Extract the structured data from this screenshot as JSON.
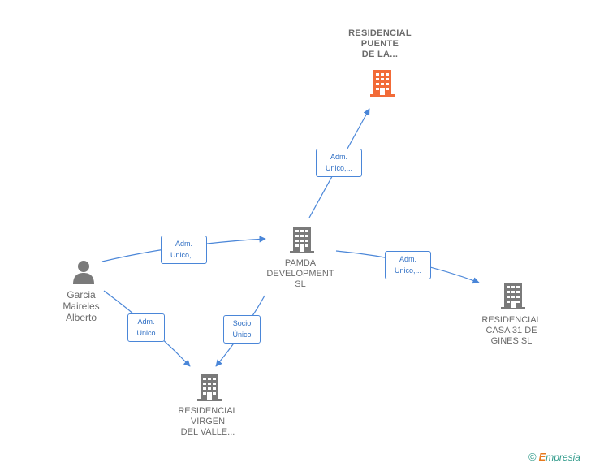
{
  "nodes": {
    "residencial_puente": {
      "lines": [
        "RESIDENCIAL",
        "PUENTE",
        "DE LA..."
      ],
      "icon": "building-icon",
      "color": "#f26b38"
    },
    "pamda": {
      "lines": [
        "PAMDA",
        "DEVELOPMENT",
        "SL"
      ],
      "icon": "building-icon",
      "color": "#7a7a7a"
    },
    "garcia": {
      "lines": [
        "Garcia",
        "Maireles",
        "Alberto"
      ],
      "icon": "person-icon",
      "color": "#7a7a7a"
    },
    "residencial_casa": {
      "lines": [
        "RESIDENCIAL",
        "CASA 31 DE",
        "GINES  SL"
      ],
      "icon": "building-icon",
      "color": "#7a7a7a"
    },
    "residencial_virgen": {
      "lines": [
        "RESIDENCIAL",
        "VIRGEN",
        "DEL VALLE..."
      ],
      "icon": "building-icon",
      "color": "#7a7a7a"
    }
  },
  "edges": {
    "pamda_to_puente": {
      "lines": [
        "Adm.",
        "Unico,..."
      ]
    },
    "garcia_to_pamda": {
      "lines": [
        "Adm.",
        "Unico,..."
      ]
    },
    "pamda_to_casa": {
      "lines": [
        "Adm.",
        "Unico,..."
      ]
    },
    "garcia_to_virgen": {
      "lines": [
        "Adm.",
        "Unico"
      ]
    },
    "pamda_to_virgen": {
      "lines": [
        "Socio",
        "Único"
      ]
    }
  },
  "colors": {
    "edge": "#4a86d8",
    "accent_building": "#f26b38",
    "building": "#7a7a7a"
  },
  "footer": {
    "copyright": "©",
    "brand_first": "E",
    "brand_rest": "mpresia"
  }
}
